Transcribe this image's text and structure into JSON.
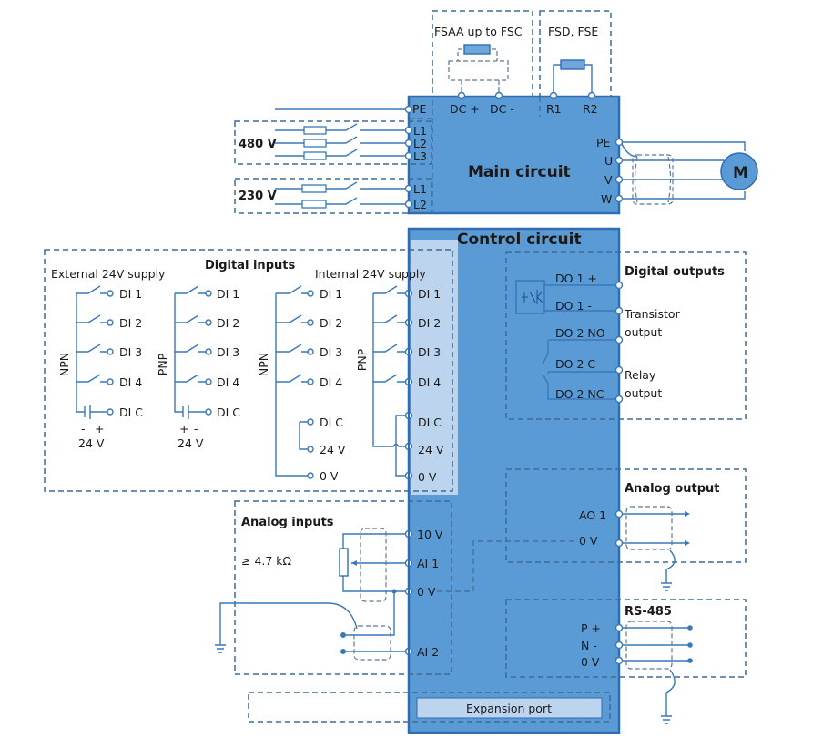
{
  "diagram": {
    "braking": {
      "fsaa_label": "FSAA up to FSC",
      "fsd_label": "FSD, FSE",
      "terminals": [
        "DC +",
        "DC -",
        "R1",
        "R2"
      ]
    },
    "main_circuit": {
      "title": "Main circuit",
      "pe": "PE",
      "supply_480": {
        "label": "480 V",
        "terminals": [
          "L1",
          "L2",
          "L3"
        ]
      },
      "supply_230": {
        "label": "230 V",
        "terminals": [
          "L1",
          "L2"
        ]
      },
      "motor_terminals": [
        "PE",
        "U",
        "V",
        "W"
      ],
      "motor_label": "M"
    },
    "control_circuit": {
      "title": "Control circuit",
      "digital_inputs": {
        "title": "Digital inputs",
        "external_label": "External 24V supply",
        "internal_label": "Internal 24V supply",
        "npn": "NPN",
        "pnp": "PNP",
        "di": [
          "DI 1",
          "DI 2",
          "DI 3",
          "DI 4"
        ],
        "dic": "DI C",
        "v24": "24 V",
        "v0": "0 V",
        "npn_polarity": [
          "-",
          "+"
        ],
        "pnp_polarity": [
          "+",
          "-"
        ],
        "supply_voltage": "24 V"
      },
      "digital_outputs": {
        "title": "Digital outputs",
        "terminals": [
          "DO 1 +",
          "DO 1 -",
          "DO 2 NO",
          "DO 2 C",
          "DO 2 NC"
        ],
        "transistor_label_1": "Transistor",
        "transistor_label_2": "output",
        "relay_label_1": "Relay",
        "relay_label_2": "output"
      },
      "analog_inputs": {
        "title": "Analog inputs",
        "resistance": "≥ 4.7 kΩ",
        "terminals": [
          "10 V",
          "AI 1",
          "0 V",
          "AI 2"
        ]
      },
      "analog_output": {
        "title": "Analog output",
        "terminals": [
          "AO 1",
          "0 V"
        ]
      },
      "rs485": {
        "title": "RS-485",
        "terminals": [
          "P +",
          "N -",
          "0 V"
        ]
      },
      "expansion_port": "Expansion port"
    },
    "colors": {
      "box_fill": "#5b9bd5",
      "box_border": "#2e6db4",
      "light_fill": "#bcd4ee",
      "wire": "#3a78b8",
      "dashed": "#3d6a96"
    }
  }
}
